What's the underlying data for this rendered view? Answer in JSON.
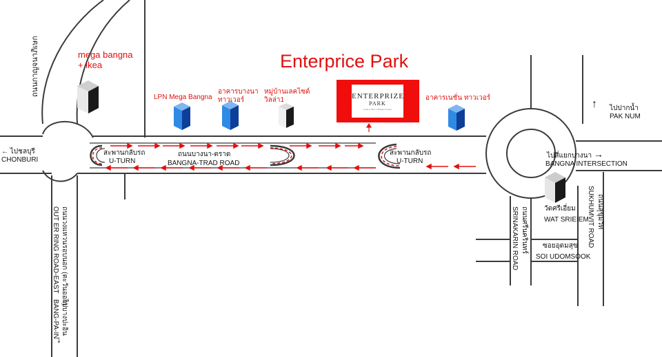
{
  "title": "Enterprice Park",
  "logo": {
    "line1": "ENTERPRIZE",
    "line2": "PARK",
    "tagline": "Grade A office at Bangna location"
  },
  "colors": {
    "accent_red": "#e01010",
    "road": "#3a3a3a",
    "building_blue": "#1e6fd9",
    "building_dark": "#333333"
  },
  "landmarks": {
    "mega_bangna_line1": "mega bangna",
    "mega_bangna_line2": "+ ikea",
    "lpn": "LPN Mega Bangna",
    "bangna_tower_line1": "อาคารบางนา",
    "bangna_tower_line2": "ทาวเวอร์",
    "lake_side_line1": "หมู่บ้านเลคไซด์",
    "lake_side_line2": "วิลล่า1",
    "nation_tower": "อาคารเนชั่น ทาวเวอร์"
  },
  "roads": {
    "outer_ring_thai": "ถนนกาญจนาภิเษก",
    "chonburi_thai": "ไปชลบุรี",
    "chonburi_en": "CHONBURI",
    "uturn1_thai": "สะพานกลับรถ",
    "uturn1_en": "U-TURN",
    "bangna_trad_thai": "ถนนบางนา-ตราด",
    "bangna_trad_en": "BANGNA-TRAD ROAD",
    "uturn2_thai": "สะพานกลับรถ",
    "uturn2_en": "U-TURN",
    "bangna_int_thai": "ไปสี่แยกบางนา",
    "bangna_int_en": "BANGNA INTERSECTION",
    "paknum_thai": "ไปปากน้ำ",
    "paknum_en": "PAK NUM",
    "outer_ring_east_thai": "ถนนวงแหวนรอบนอก (ตะวันออก)",
    "outer_ring_east_en": "OUT ER RING ROAD-EAST",
    "bangpain_thai": "ไปบางปะอิน",
    "bangpain_en": "BANG-PA-IN",
    "srinakarin_thai": "ถนนศรีนครินทร์",
    "srinakarin_en": "SRINAKARIN ROAD",
    "sukhumvit_thai": "ถนนสุขุมวิท",
    "sukhumvit_en": "SUKHUMVIT ROAD",
    "wat_thai": "วัดศรีเอี่ยม",
    "wat_en": "WAT SRIEIEM",
    "soi_thai": "ซอยอุดมสุข",
    "soi_en": "SOI UDOMSOOK"
  },
  "arrows": {
    "left": "←",
    "right": "→",
    "up": "↑",
    "down": "↓"
  }
}
